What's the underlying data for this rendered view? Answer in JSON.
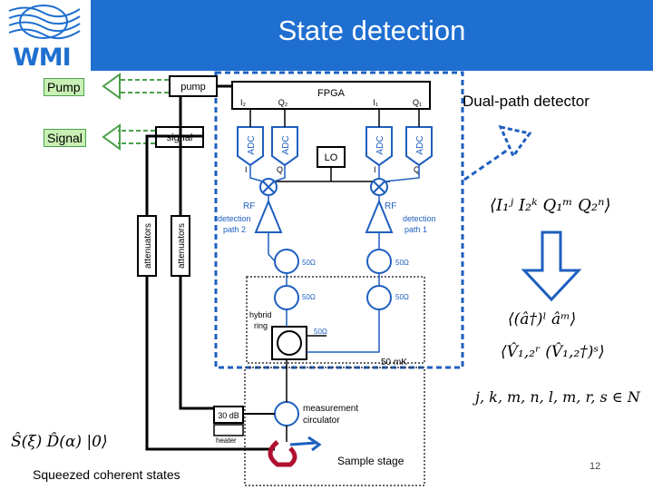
{
  "header": {
    "title": "State detection"
  },
  "logo": {
    "text": "WMI"
  },
  "tags": {
    "pump": "Pump",
    "signal": "Signal"
  },
  "labels": {
    "dual_path": "Dual-path detector",
    "squeezed": "Squeezed coherent states",
    "sample_stage": "Sample stage",
    "page_number": "12"
  },
  "math": {
    "state": "Ŝ(ξ) D̂(α) |0⟩",
    "moments": "⟨I₁ʲ I₂ᵏ Q₁ᵐ Q₂ⁿ⟩",
    "field_moments": "⟨(â†)ˡ âᵐ⟩",
    "noise_moments": "⟨V̂₁,₂ʳ (V̂₁,₂†)ˢ⟩",
    "indices": "j, k, m, n, l, m, r, s ∈ N"
  },
  "circuit": {
    "pump_box": "pump",
    "signal_box": "signal",
    "fpga": "FPGA",
    "fpga_ports": [
      "I₂",
      "Q₂",
      "I₁",
      "Q₁"
    ],
    "adc": "ADC",
    "iq_left": [
      "I",
      "Q"
    ],
    "iq_right": [
      "I",
      "Q"
    ],
    "lo": "LO",
    "rf_left": "RF",
    "rf_right": "RF",
    "det_path2": "detection\npath 2",
    "det_path1": "detection\npath 1",
    "ohm50": "50Ω",
    "hybrid_ring": "hybrid\nring",
    "temp": "50 mK",
    "attenuators": "attenuators",
    "db30": "30 dB",
    "heater": "heater",
    "meas_circ": "measurement\ncirculator"
  },
  "colors": {
    "header": "#1f6fd0",
    "detector_path": "#1e5fbf",
    "signal_arrow": "#4aa04a"
  }
}
